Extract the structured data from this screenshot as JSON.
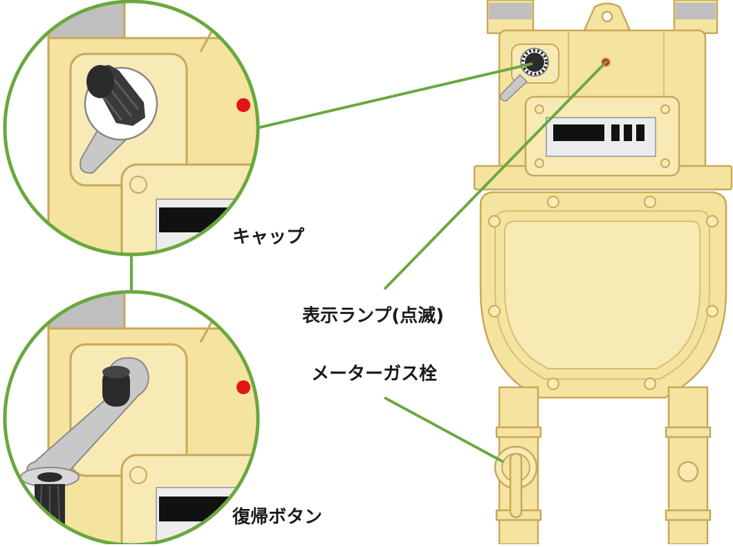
{
  "labels": {
    "cap": "キャップ",
    "lamp": "表示ランプ(点滅)",
    "valve": "メーターガス栓",
    "reset": "復帰ボタン"
  },
  "colors": {
    "meter_body": "#f5e3a0",
    "meter_outline": "#c9a75a",
    "leader_line": "#6aa83e",
    "lamp": "#e01515",
    "cap_knob": "#3a3a3a",
    "lever": "#c8c8c8",
    "pipe_cap": "#bfbfbf"
  },
  "icons": {
    "cap": "cap-knob-icon",
    "lamp": "red-lamp-icon",
    "reset": "reset-button-icon",
    "valve": "gas-valve-icon"
  }
}
